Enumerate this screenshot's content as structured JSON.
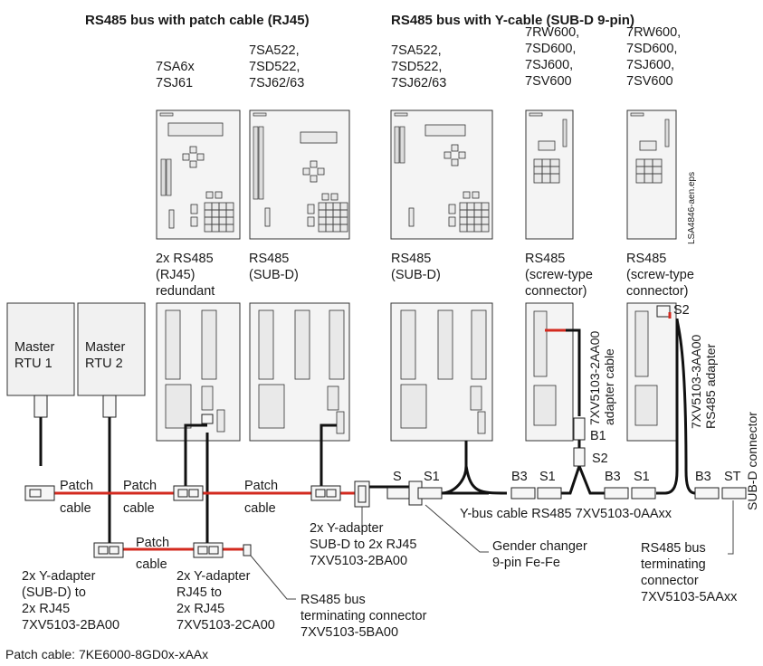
{
  "headers": {
    "rj45": "RS485 bus with patch cable (RJ45)",
    "subd": "RS485 bus with Y-cable (SUB-D 9-pin)"
  },
  "devices": [
    {
      "l1": "7SA6x",
      "l2": "7SJ61",
      "l3": "",
      "l4": ""
    },
    {
      "l1": "7SA522,",
      "l2": "7SD522,",
      "l3": "7SJ62/63",
      "l4": ""
    },
    {
      "l1": "7SA522,",
      "l2": "7SD522,",
      "l3": "7SJ62/63",
      "l4": ""
    },
    {
      "l1": "7RW600,",
      "l2": "7SD600,",
      "l3": "7SJ600,",
      "l4": "7SV600"
    },
    {
      "l1": "7RW600,",
      "l2": "7SD600,",
      "l3": "7SJ600,",
      "l4": "7SV600"
    }
  ],
  "interfaces": [
    {
      "l1": "2x RS485",
      "l2": "(RJ45)",
      "l3": "redundant"
    },
    {
      "l1": "RS485",
      "l2": "(SUB-D)",
      "l3": ""
    },
    {
      "l1": "RS485",
      "l2": "(SUB-D)",
      "l3": ""
    },
    {
      "l1": "RS485",
      "l2": "(screw-type",
      "l3": "connector)"
    },
    {
      "l1": "RS485",
      "l2": "(screw-type",
      "l3": "connector)"
    }
  ],
  "eps_label": "LSA4846-aen.eps",
  "masters": [
    {
      "l1": "Master",
      "l2": "RTU 1"
    },
    {
      "l1": "Master",
      "l2": "RTU 2"
    }
  ],
  "patch_labels": [
    {
      "l1": "Patch",
      "l2": "cable"
    },
    {
      "l1": "Patch",
      "l2": "cable"
    },
    {
      "l1": "Patch",
      "l2": "cable"
    },
    {
      "l1": "Patch",
      "l2": "cable"
    }
  ],
  "labels": {
    "S": "S",
    "S1": "S1",
    "B3": "B3",
    "S1b": "S1",
    "B1": "B1",
    "S2": "S2",
    "B3b": "B3",
    "S1c": "S1",
    "S2b": "S2",
    "B3c": "B3",
    "ST": "ST"
  },
  "vertical": {
    "adapter_cable_1": "7XV5103-2AA00",
    "adapter_cable_2": "adapter cable",
    "rs485_adapter_1": "7XV5103-3AA00",
    "rs485_adapter_2": "RS485 adapter",
    "subd_connector": "SUB-D connector"
  },
  "ybus_cable": "Y-bus cable RS485 7XV5103-0AAxx",
  "callouts": {
    "y_adapter_subd": {
      "l1": "2x Y-adapter",
      "l2": "SUB-D to 2x RJ45",
      "l3": "7XV5103-2BA00"
    },
    "gender_changer": {
      "l1": "Gender changer",
      "l2": "9-pin Fe-Fe"
    },
    "term_right": {
      "l1": "RS485 bus",
      "l2": "terminating",
      "l3": "connector",
      "l4": "7XV5103-5AAxx"
    },
    "y_adapter_left": {
      "l1": "2x Y-adapter",
      "l2": "(SUB-D) to",
      "l3": "2x RJ45",
      "l4": "7XV5103-2BA00"
    },
    "y_adapter_mid": {
      "l1": "2x Y-adapter",
      "l2": "RJ45 to",
      "l3": "2x RJ45",
      "l4": "7XV5103-2CA00"
    },
    "term_mid": {
      "l1": "RS485 bus",
      "l2": "terminating connector",
      "l3": "7XV5103-5BA00"
    }
  },
  "footer": "Patch cable: 7KE6000-8GD0x-xAAx",
  "colors": {
    "patch_cable": "#d32a1f",
    "wire": "#111111"
  }
}
